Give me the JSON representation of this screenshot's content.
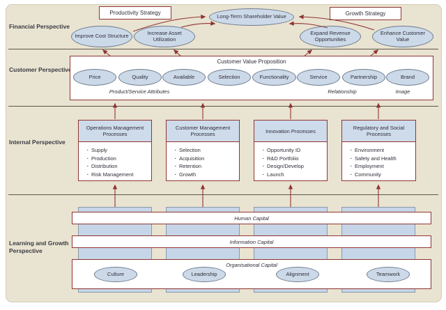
{
  "colors": {
    "panel_bg": "#e9e3d1",
    "maroon": "#8f3431",
    "ellipse_fill": "#ccd9e9",
    "ellipse_stroke": "#6e7c8e",
    "header_blue": "#cedbeb",
    "pillar_blue": "#c6d5e7"
  },
  "perspectives": [
    {
      "label": "Financial Perspective"
    },
    {
      "label": "Customer Perspective"
    },
    {
      "label": "Internal Perspective"
    },
    {
      "label": "Learning and Growth Perspective"
    }
  ],
  "financial": {
    "strategy_boxes": [
      {
        "label": "Productivity Strategy"
      },
      {
        "label": "Growth Strategy"
      }
    ],
    "goal": "Long-Term Shareholder Value",
    "ellipses": [
      {
        "label": "Improve Cost Structure"
      },
      {
        "label": "Increase Asset Utilization"
      },
      {
        "label": "Expand Revenue Opportunities"
      },
      {
        "label": "Enhance Customer Value"
      }
    ]
  },
  "customer": {
    "title": "Customer Value Proposition",
    "attributes": [
      {
        "label": "Price"
      },
      {
        "label": "Quality"
      },
      {
        "label": "Available"
      },
      {
        "label": "Selection"
      },
      {
        "label": "Functionality"
      },
      {
        "label": "Service"
      },
      {
        "label": "Partnership"
      },
      {
        "label": "Brand"
      }
    ],
    "groups": [
      {
        "label": "Product/Service Attributes"
      },
      {
        "label": "Relationship"
      },
      {
        "label": "Image"
      }
    ]
  },
  "internal": {
    "boxes": [
      {
        "title": "Operations Management Processes",
        "items": [
          "Supply",
          "Production",
          "Distribution",
          "Risk Management"
        ]
      },
      {
        "title": "Customer Management Processes",
        "items": [
          "Selection",
          "Acquisition",
          "Retention",
          "Growth"
        ]
      },
      {
        "title": "Innovation Processes",
        "items": [
          "Opportunity ID",
          "R&D Portfolio",
          "Design/Develop",
          "Launch"
        ]
      },
      {
        "title": "Regulatory and Social Processes",
        "items": [
          "Environment",
          "Safety and Health",
          "Employment",
          "Community"
        ]
      }
    ]
  },
  "learning": {
    "bars": [
      {
        "label": "Human Capital"
      },
      {
        "label": "Information Capital"
      },
      {
        "label": "Organisational Capital"
      }
    ],
    "org_ellipses": [
      {
        "label": "Culture"
      },
      {
        "label": "Leadership"
      },
      {
        "label": "Alignment"
      },
      {
        "label": "Teamwork"
      }
    ]
  }
}
